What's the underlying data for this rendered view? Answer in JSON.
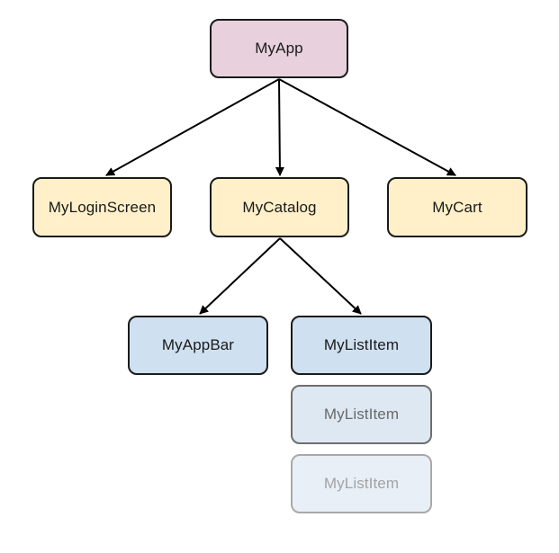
{
  "diagram": {
    "nodes": {
      "root": "MyApp",
      "login_screen": "MyLoginScreen",
      "catalog": "MyCatalog",
      "cart": "MyCart",
      "app_bar": "MyAppBar",
      "list_items": [
        "MyListItem",
        "MyListItem",
        "MyListItem"
      ]
    },
    "edges": [
      {
        "from": "MyApp",
        "to": "MyLoginScreen"
      },
      {
        "from": "MyApp",
        "to": "MyCatalog"
      },
      {
        "from": "MyApp",
        "to": "MyCart"
      },
      {
        "from": "MyCatalog",
        "to": "MyAppBar"
      },
      {
        "from": "MyCatalog",
        "to": "MyListItem"
      }
    ],
    "colors": {
      "root_fill": "#e8d1dc",
      "level1_fill": "#fff0c9",
      "level2_fill": "#cfe0f0",
      "border": "#1a1a1a",
      "arrow": "#000000"
    }
  }
}
